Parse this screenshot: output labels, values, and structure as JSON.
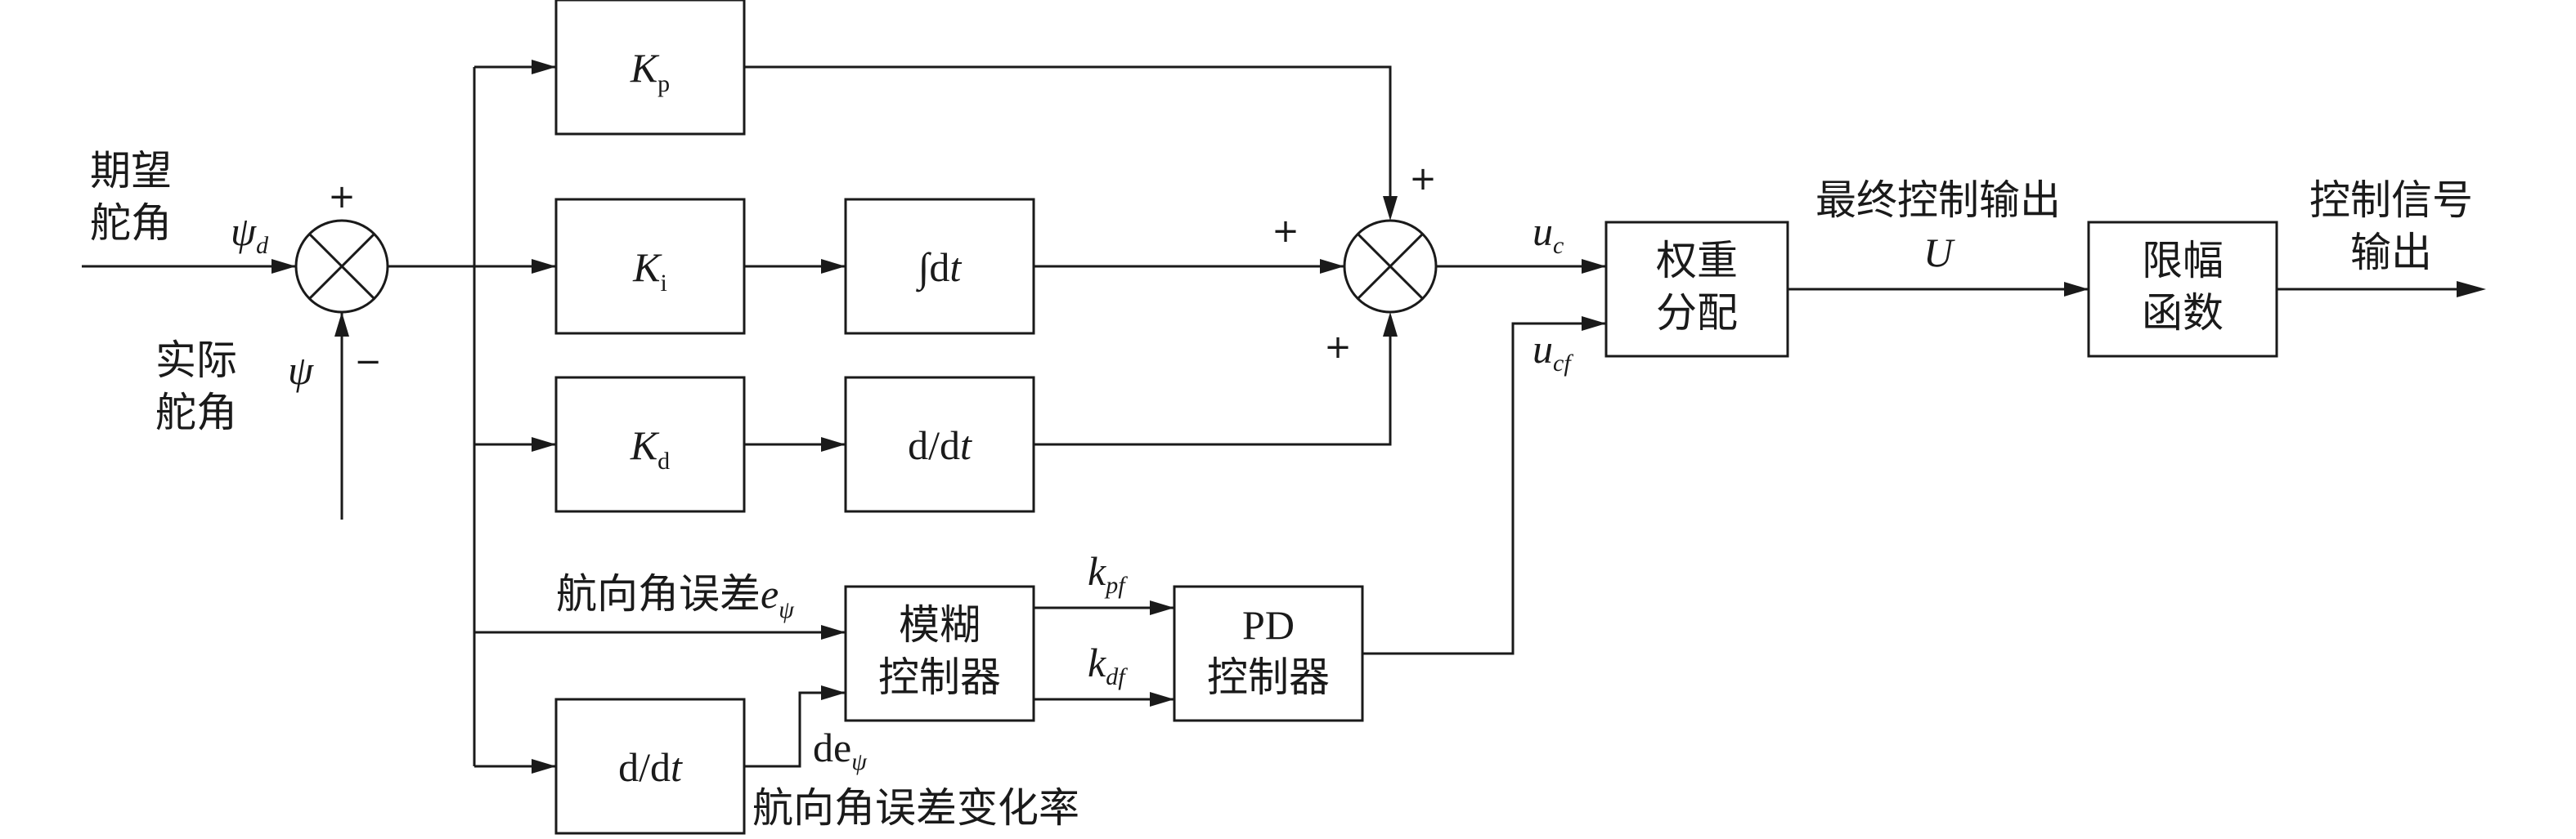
{
  "inputs": {
    "desired_l1": "期望",
    "desired_l2": "舵角",
    "psi_d_main": "ψ",
    "psi_d_sub": "d",
    "actual_l1": "实际",
    "actual_l2": "舵角",
    "psi": "ψ"
  },
  "signs": {
    "sj1_plus": "+",
    "sj1_minus": "−",
    "sj2_plus_top": "+",
    "sj2_plus_left": "+",
    "sj2_plus_bottom": "+"
  },
  "blocks": {
    "kp_main": "K",
    "kp_sub": "p",
    "ki_main": "K",
    "ki_sub": "i",
    "kd_main": "K",
    "kd_sub": "d",
    "integral_pre": "∫d",
    "integral_var": "t",
    "deriv1_pre": "d/d",
    "deriv1_var": "t",
    "deriv2_pre": "d/d",
    "deriv2_var": "t",
    "fuzzy_l1": "模糊",
    "fuzzy_l2": "控制器",
    "pd_l1": "PD",
    "pd_l2": "控制器",
    "weight_l1": "权重",
    "weight_l2": "分配",
    "limit_l1": "限幅",
    "limit_l2": "函数"
  },
  "signals": {
    "heading_error_text": "航向角误差",
    "heading_error_sym": "e",
    "heading_error_sub": "ψ",
    "kpf_main": "k",
    "kpf_sub": "pf",
    "kdf_main": "k",
    "kdf_sub": "df",
    "de_main": "de",
    "de_sub": "ψ",
    "error_rate_text": "航向角误差变化率",
    "uc_main": "u",
    "uc_sub": "c",
    "ucf_main": "u",
    "ucf_sub": "cf",
    "final_output_text": "最终控制输出",
    "final_output_sym": "U",
    "control_signal_l1": "控制信号",
    "control_signal_l2": "输出"
  }
}
